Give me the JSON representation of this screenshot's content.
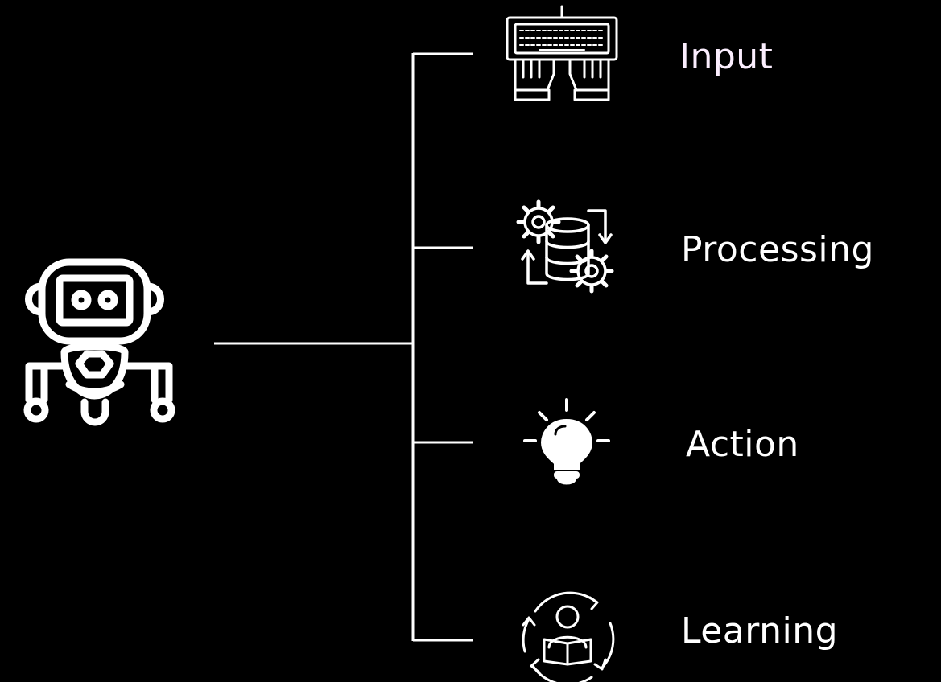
{
  "diagram": {
    "center_icon": "robot-icon",
    "branches": [
      {
        "label": "Input",
        "icon": "keyboard-hands-icon"
      },
      {
        "label": "Processing",
        "icon": "database-gears-icon"
      },
      {
        "label": "Action",
        "icon": "lightbulb-icon"
      },
      {
        "label": "Learning",
        "icon": "reader-cycle-icon"
      }
    ]
  },
  "colors": {
    "background": "#000000",
    "stroke": "#ffffff",
    "input_text": "#fbeefe"
  }
}
